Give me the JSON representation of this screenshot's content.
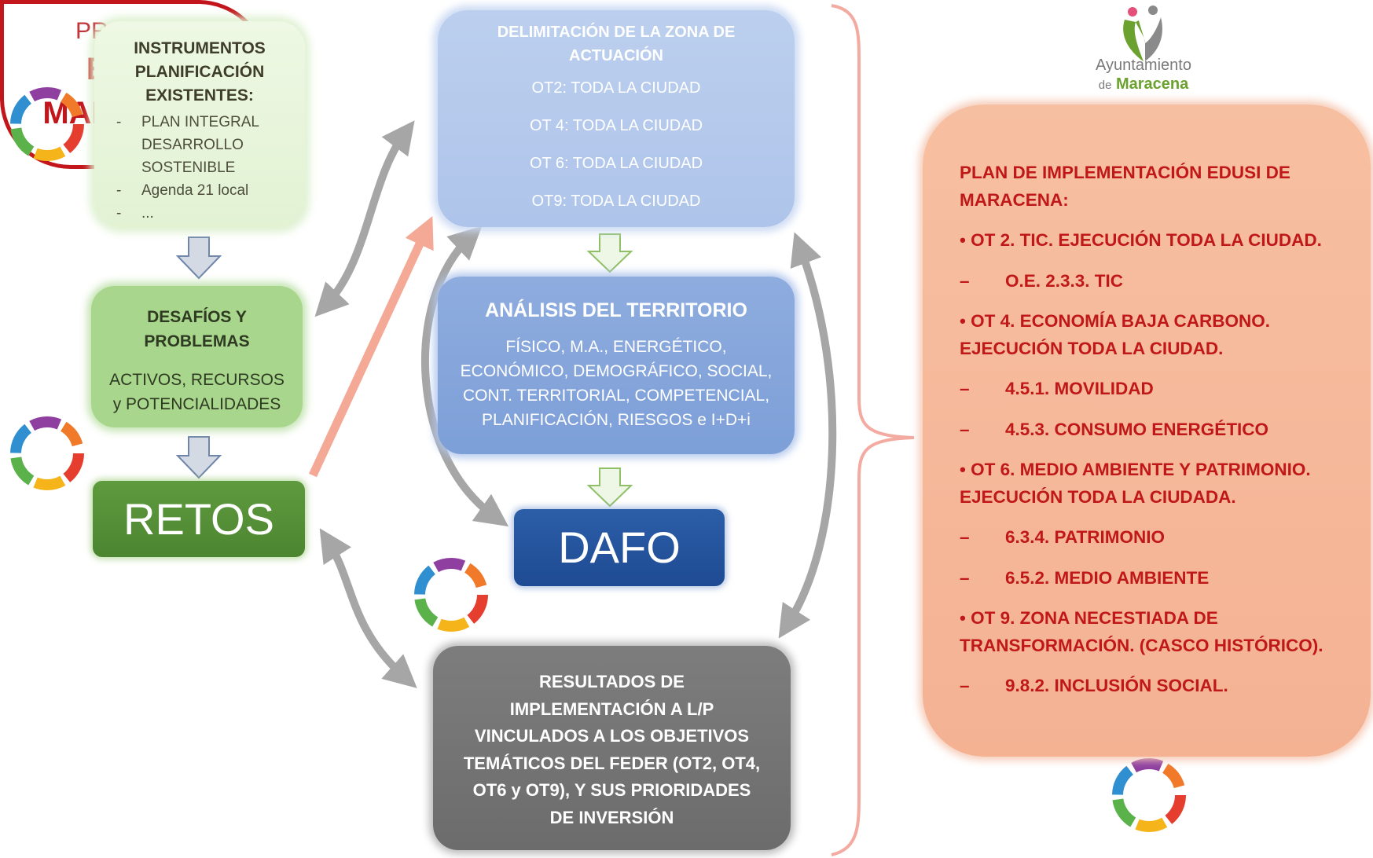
{
  "instrumentos": {
    "title_lines": [
      "INSTRUMENTOS",
      "PLANIFICACIÓN",
      "EXISTENTES:"
    ],
    "items": [
      "PLAN INTEGRAL DESARROLLO SOSTENIBLE",
      "Agenda 21 local",
      "..."
    ],
    "dash": "-"
  },
  "desafios": {
    "title_lines": [
      "DESAFÍOS Y",
      "PROBLEMAS"
    ],
    "sub_lines": [
      "ACTIVOS, RECURSOS",
      "y POTENCIALIDADES"
    ]
  },
  "retos": {
    "label": "RETOS"
  },
  "delimitacion": {
    "title_lines": [
      "DELIMITACIÓN DE LA ZONA DE",
      "ACTUACIÓN"
    ],
    "rows": [
      "OT2: TODA LA CIUDAD",
      "OT 4: TODA LA CIUDAD",
      "OT 6: TODA LA CIUDAD",
      "OT9: TODA LA CIUDAD"
    ]
  },
  "analisis": {
    "title": "ANÁLISIS DEL TERRITORIO",
    "sub_lines": [
      "FÍSICO, M.A., ENERGÉTICO,",
      "ECONÓMICO, DEMOGRÁFICO, SOCIAL,",
      "CONT. TERRITORIAL, COMPETENCIAL,",
      "PLANIFICACIÓN, RIESGOS e I+D+i"
    ]
  },
  "dafo": {
    "label": "DAFO"
  },
  "resultados": {
    "lines": [
      "RESULTADOS DE",
      "IMPLEMENTACIÓN A L/P",
      "VINCULADOS A LOS OBJETIVOS",
      "TEMÁTICOS DEL FEDER (OT2, OT4,",
      "OT6 y OT9), Y SUS PRIORIDADES",
      "DE INVERSIÓN"
    ]
  },
  "proceso": {
    "line1": "PROCESO",
    "line2": "EDUSI",
    "line3": "MARACENA"
  },
  "plan": {
    "title_lines": [
      "PLAN DE IMPLEMENTACIÓN EDUSI DE",
      "MARACENA:"
    ],
    "dash": "–",
    "items": [
      {
        "kind": "bullet",
        "lines": [
          "• OT 2. TIC.  EJECUCIÓN TODA LA CIUDAD."
        ]
      },
      {
        "kind": "sub",
        "lines": [
          "O.E. 2.3.3. TIC"
        ]
      },
      {
        "kind": "bullet",
        "lines": [
          "• OT 4. ECONOMÍA BAJA CARBONO.",
          "EJECUCIÓN TODA LA CIUDAD."
        ]
      },
      {
        "kind": "sub",
        "lines": [
          "4.5.1. MOVILIDAD"
        ]
      },
      {
        "kind": "sub",
        "lines": [
          "4.5.3. CONSUMO ENERGÉTICO"
        ]
      },
      {
        "kind": "bullet",
        "lines": [
          "• OT 6. MEDIO AMBIENTE Y PATRIMONIO.",
          "EJECUCIÓN TODA LA CIUDADA."
        ]
      },
      {
        "kind": "sub",
        "lines": [
          "6.3.4. PATRIMONIO"
        ]
      },
      {
        "kind": "sub",
        "lines": [
          "6.5.2. MEDIO AMBIENTE"
        ]
      },
      {
        "kind": "bullet",
        "lines": [
          "• OT 9. ZONA NECESTIADA DE",
          "TRANSFORMACIÓN. (CASCO HISTÓRICO)."
        ]
      },
      {
        "kind": "sub",
        "lines": [
          "9.8.2. INCLUSIÓN SOCIAL."
        ]
      }
    ]
  },
  "logo": {
    "line1": "Ayuntamiento",
    "prefix": "de",
    "name": "Maracena"
  },
  "colors": {
    "plan_text": "#c01818",
    "retos_green": "#5a9438",
    "dafo_blue": "#24549e",
    "proceso_red": "#c2161c",
    "arrow_gray": "#a6a6a6",
    "arrow_salmon": "#f4a896"
  }
}
